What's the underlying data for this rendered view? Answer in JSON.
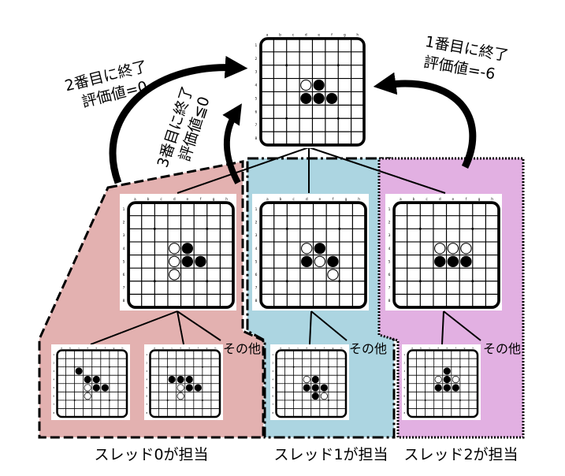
{
  "board_col_labels": [
    "a",
    "b",
    "c",
    "d",
    "e",
    "f",
    "g",
    "h"
  ],
  "board_row_labels": [
    "1",
    "2",
    "3",
    "4",
    "5",
    "6",
    "7",
    "8"
  ],
  "colors": {
    "thread0": "#e3b1b0",
    "thread1": "#acd5e1",
    "thread2": "#e2b0e2",
    "black": "#000000",
    "white": "#ffffff"
  },
  "boards": {
    "root": {
      "black": [
        "e4",
        "d5",
        "e5",
        "f5"
      ],
      "white": [
        "d4"
      ]
    },
    "mid0": {
      "black": [
        "e4",
        "e5",
        "f5"
      ],
      "white": [
        "d4",
        "d5",
        "d6"
      ]
    },
    "mid1": {
      "black": [
        "e4",
        "d5",
        "f5"
      ],
      "white": [
        "d4",
        "e5",
        "f6"
      ]
    },
    "mid2": {
      "black": [
        "d5",
        "e5",
        "f5"
      ],
      "white": [
        "d4",
        "e4",
        "f4"
      ]
    },
    "leaf0a": {
      "black": [
        "c3",
        "d4",
        "e4",
        "e5",
        "f5"
      ],
      "white": [
        "d5",
        "d6"
      ]
    },
    "leaf0b": {
      "black": [
        "c4",
        "d4",
        "e4",
        "e5",
        "f5"
      ],
      "white": [
        "d5",
        "d6"
      ]
    },
    "leaf1": {
      "black": [
        "e4",
        "d5",
        "e5",
        "f5",
        "e6"
      ],
      "white": [
        "d4",
        "f6"
      ]
    },
    "leaf2": {
      "black": [
        "e3",
        "e4",
        "d5",
        "e5",
        "f5"
      ],
      "white": [
        "d4",
        "f4"
      ]
    }
  },
  "annotations": {
    "second": {
      "line1": "2番目に終了",
      "line2": "評価値=0"
    },
    "third": {
      "line1": "3番目に終了",
      "line2": "評価値≦0"
    },
    "first": {
      "line1": "1番目に終了",
      "line2": "評価値=-6"
    }
  },
  "others_label": "その他",
  "thread_labels": [
    "スレッド0が担当",
    "スレッド1が担当",
    "スレッド2が担当"
  ]
}
